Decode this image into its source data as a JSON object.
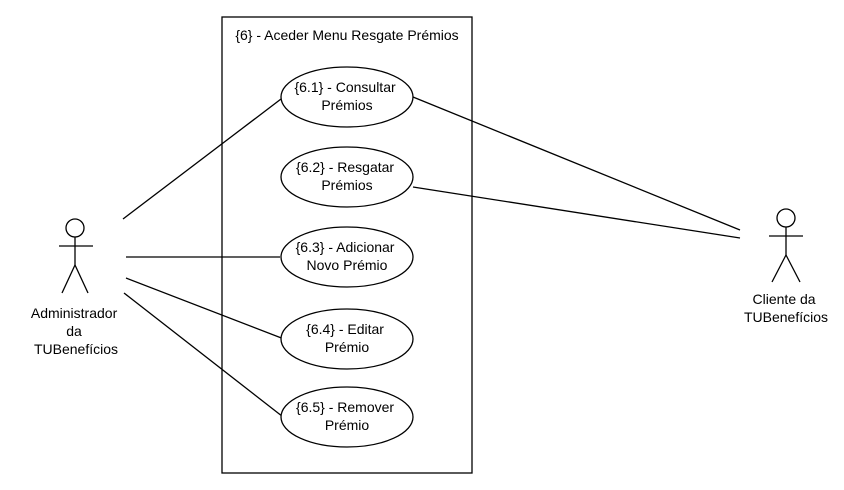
{
  "system": {
    "title": "{6} - Aceder Menu Resgate Prémios"
  },
  "actors": {
    "admin": {
      "lines": [
        "Administrador",
        "da",
        "TUBenefícios"
      ]
    },
    "client": {
      "lines": [
        "Cliente da",
        "TUBenefícios"
      ]
    }
  },
  "use_cases": [
    {
      "id": "uc-6-1",
      "lines": [
        "{6.1} - Consultar",
        "Prémios"
      ]
    },
    {
      "id": "uc-6-2",
      "lines": [
        "{6.2} - Resgatar",
        "Prémios"
      ]
    },
    {
      "id": "uc-6-3",
      "lines": [
        "{6.3} - Adicionar",
        "Novo Prémio"
      ]
    },
    {
      "id": "uc-6-4",
      "lines": [
        "{6.4} - Editar",
        "Prémio"
      ]
    },
    {
      "id": "uc-6-5",
      "lines": [
        "{6.5} - Remover",
        "Prémio"
      ]
    }
  ]
}
